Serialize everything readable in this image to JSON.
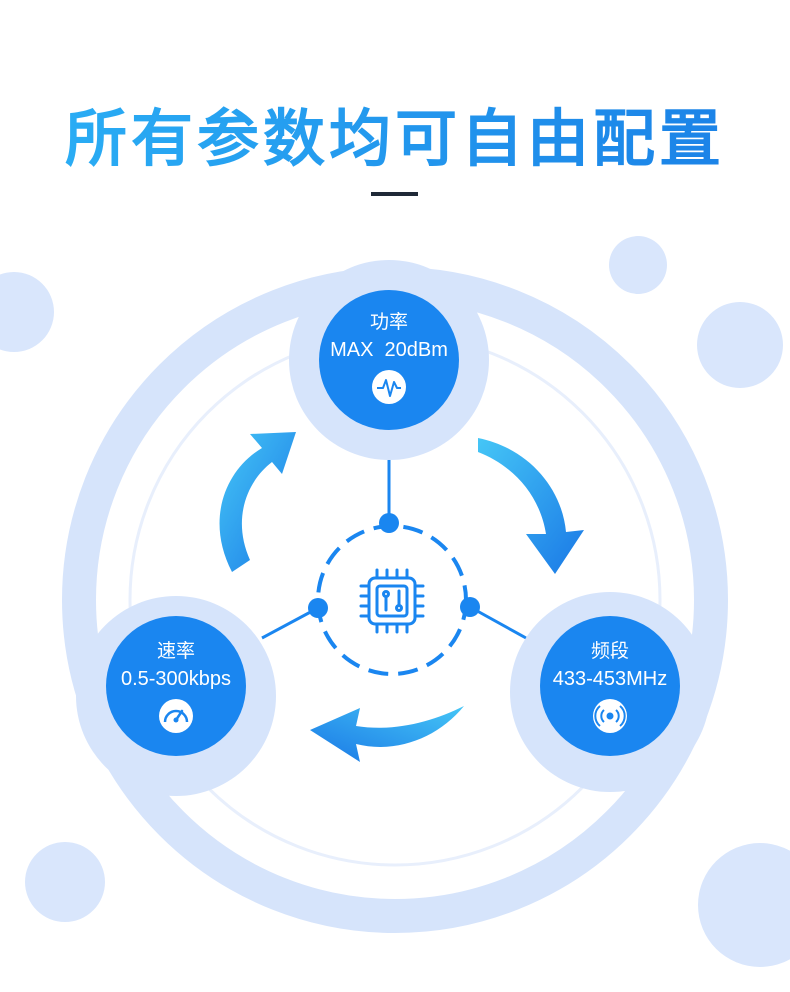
{
  "heading": {
    "title": "所有参数均可自由配置"
  },
  "nodes": {
    "power": {
      "label": "功率",
      "value": "MAX  20dBm",
      "icon": "pulse-waveform-icon"
    },
    "rate": {
      "label": "速率",
      "value": "0.5-300kbps",
      "icon": "speedometer-icon"
    },
    "frequency": {
      "label": "频段",
      "value": "433-453MHz",
      "icon": "radio-signal-icon"
    }
  },
  "center": {
    "icon": "chip-icon"
  },
  "colors": {
    "primary": "#1a86f0",
    "ring": "#d6e4fb",
    "bubble": "#d9e6fc",
    "arrow_light": "#39bff5",
    "arrow_dark": "#1a78e6"
  }
}
